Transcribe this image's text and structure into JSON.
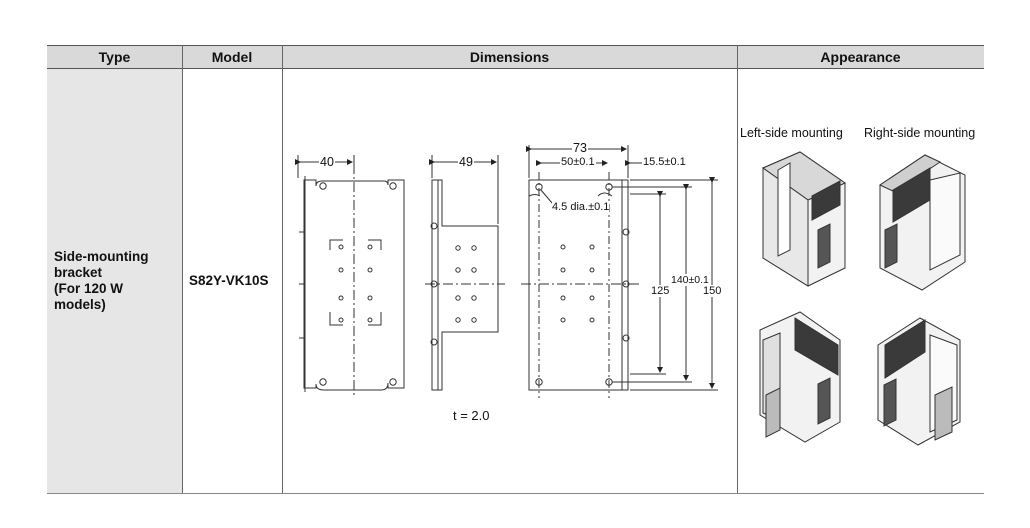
{
  "table": {
    "headers": {
      "type": "Type",
      "model": "Model",
      "dimensions": "Dimensions",
      "appearance": "Appearance"
    },
    "row": {
      "type_lines": [
        "Side-mounting",
        "bracket",
        "(For 120 W",
        "models)"
      ],
      "model": "S82Y-VK10S",
      "dimensions": {
        "dim_40": "40",
        "dim_49": "49",
        "dim_73": "73",
        "dim_50": "50±0.1",
        "dim_15_5": "15.5±0.1",
        "hole": "4.5 dia.±0.1",
        "dim_140": "140±0.1",
        "dim_125": "125",
        "dim_150": "150",
        "thickness": "t = 2.0"
      },
      "appearance": {
        "left_label": "Left-side mounting",
        "right_label": "Right-side mounting"
      }
    }
  }
}
